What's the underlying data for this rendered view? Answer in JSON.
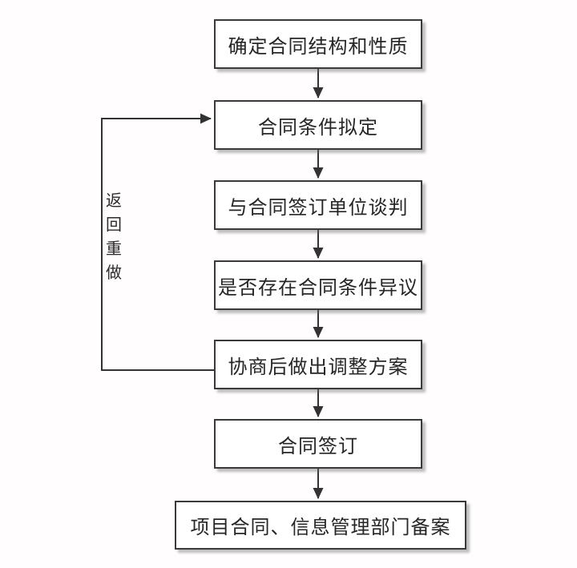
{
  "diagram": {
    "type": "flowchart",
    "direction": "top-down",
    "nodes": [
      {
        "id": "n1",
        "label": "确定合同结构和性质"
      },
      {
        "id": "n2",
        "label": "合同条件拟定"
      },
      {
        "id": "n3",
        "label": "与合同签订单位谈判"
      },
      {
        "id": "n4",
        "label": "是否存在合同条件异议"
      },
      {
        "id": "n5",
        "label": "协商后做出调整方案"
      },
      {
        "id": "n6",
        "label": "合同签订"
      },
      {
        "id": "n7",
        "label": "项目合同、信息管理部门备案"
      }
    ],
    "edges": [
      {
        "from": "n1",
        "to": "n2",
        "label": ""
      },
      {
        "from": "n2",
        "to": "n3",
        "label": ""
      },
      {
        "from": "n3",
        "to": "n4",
        "label": ""
      },
      {
        "from": "n4",
        "to": "n5",
        "label": ""
      },
      {
        "from": "n5",
        "to": "n6",
        "label": ""
      },
      {
        "from": "n6",
        "to": "n7",
        "label": ""
      },
      {
        "from": "n5",
        "to": "n2",
        "label": "返回重做",
        "style": "feedback-loop-left"
      }
    ],
    "loop_label": "返回重做",
    "colors": {
      "background": "#fffdfd",
      "box_fill": "#ffffff",
      "box_border": "#3a3a3a",
      "line": "#333333",
      "text": "#262626",
      "shadow": "#6e6e6e"
    }
  }
}
